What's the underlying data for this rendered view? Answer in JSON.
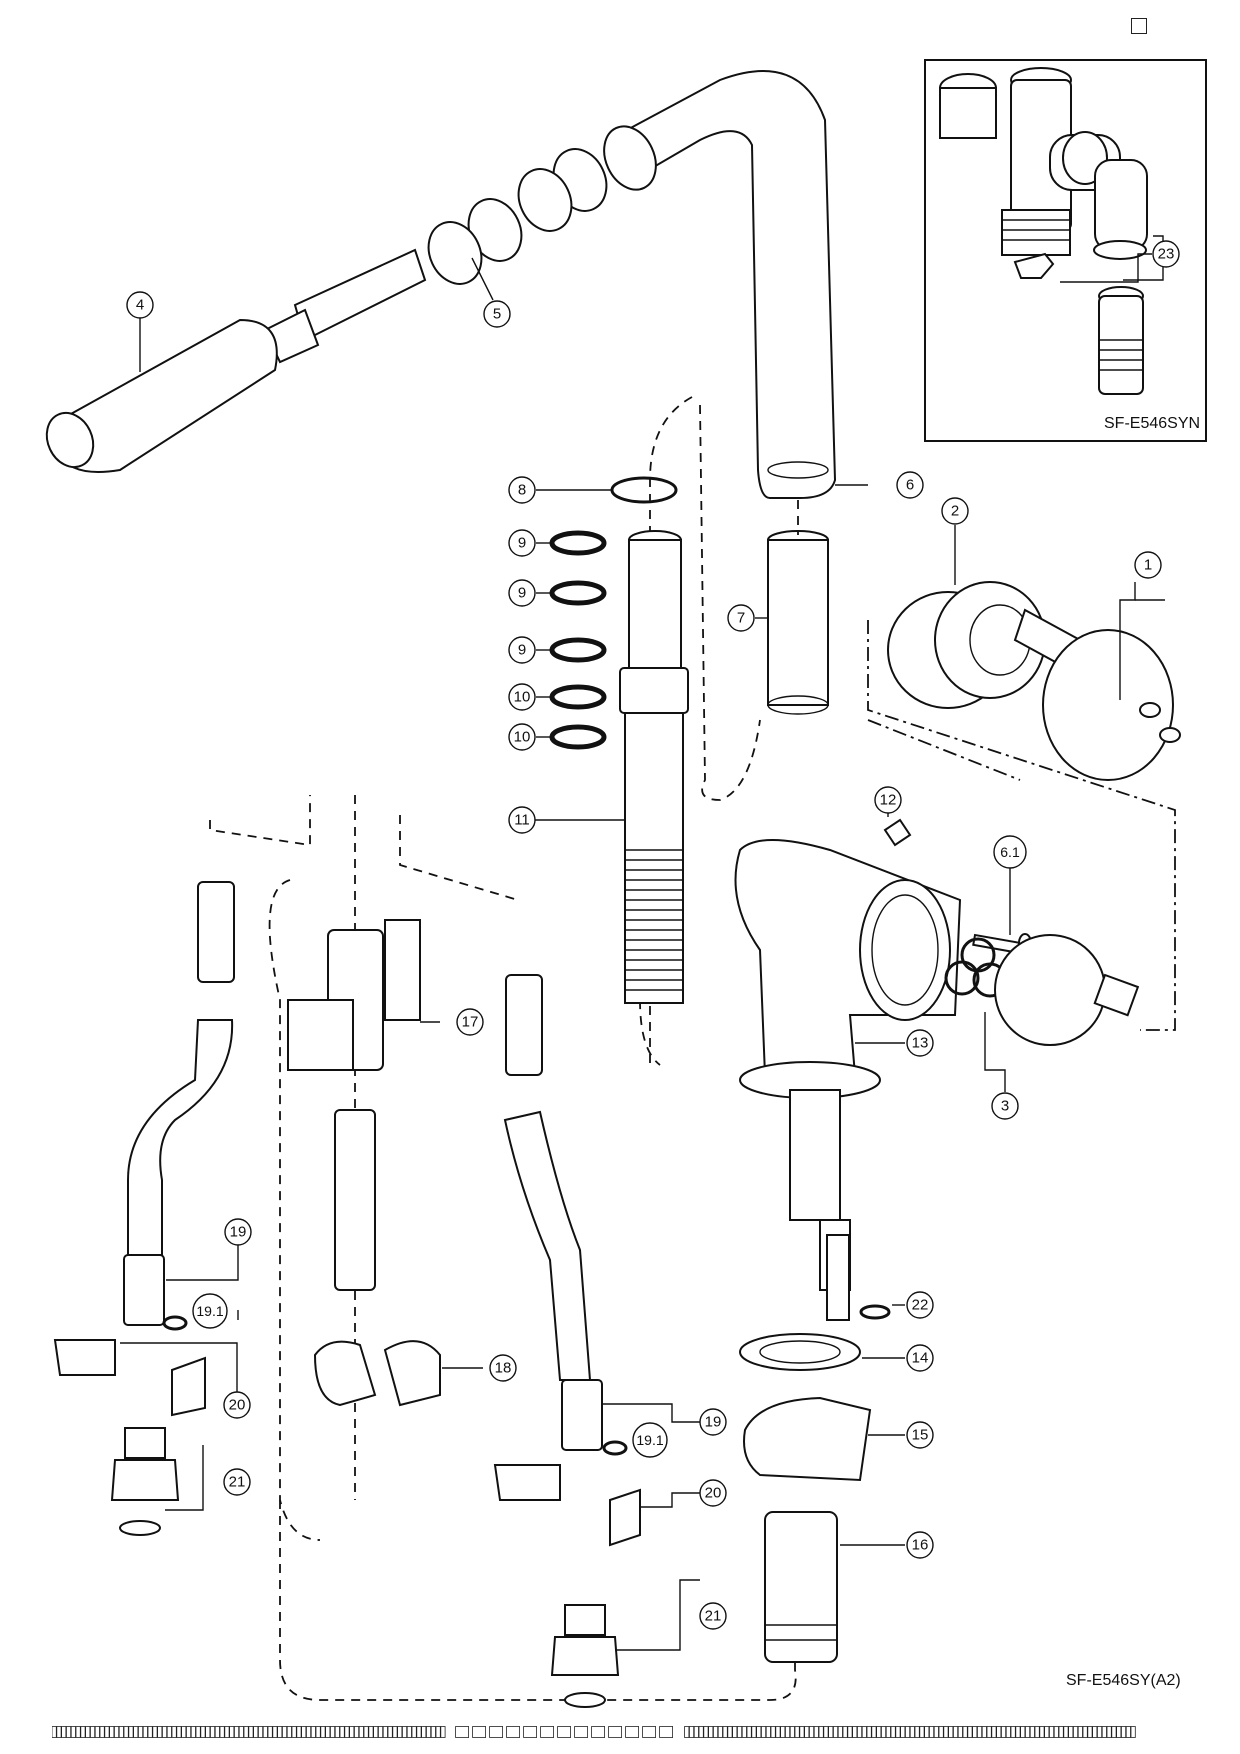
{
  "inset_model": "SF-E546SYN",
  "diagram_code": "SF-E546SY(A2)",
  "callouts": [
    "1",
    "2",
    "3",
    "4",
    "5",
    "6",
    "6.1",
    "7",
    "8",
    "9",
    "9",
    "9",
    "10",
    "10",
    "11",
    "12",
    "13",
    "14",
    "15",
    "16",
    "17",
    "18",
    "19",
    "19.1",
    "19",
    "19.1",
    "20",
    "20",
    "21",
    "21",
    "22",
    "23"
  ],
  "footer": {
    "left_boxes": 82,
    "middle_boxes": 13,
    "right_boxes": 94
  }
}
